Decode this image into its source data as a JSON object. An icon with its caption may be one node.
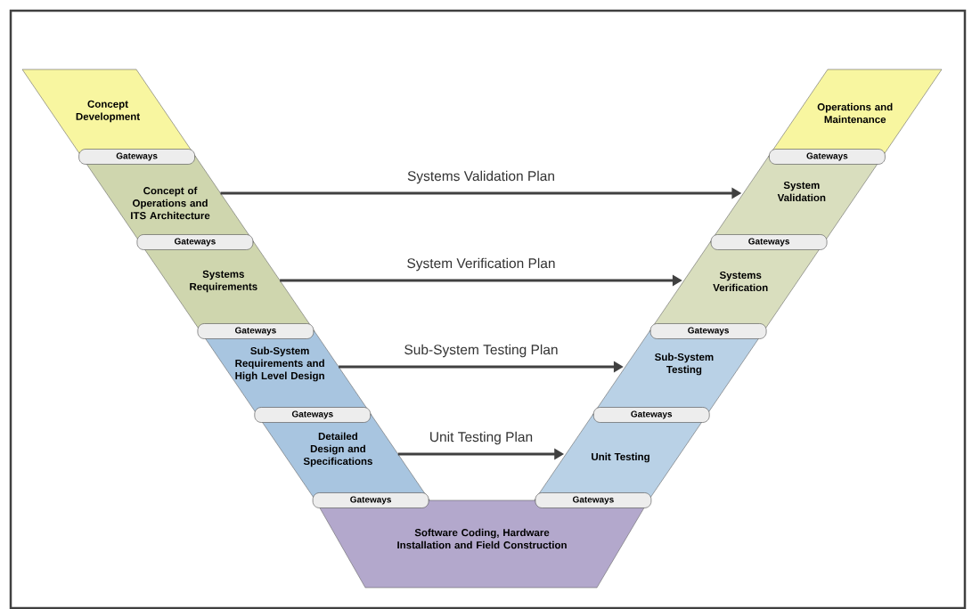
{
  "diagram": {
    "nodes": [
      {
        "text": [
          "Concept Development"
        ]
      },
      {
        "text": [
          "Operations and Maintenance"
        ]
      },
      {
        "text": [
          "Gateways"
        ]
      },
      {
        "text": [
          "Gateways"
        ]
      },
      {
        "text": [
          "Concept of Operations and ITS Architecture"
        ]
      },
      {
        "text": [
          "System Validation"
        ]
      },
      {
        "text": [
          "Gateways"
        ]
      },
      {
        "text": [
          "Gateways"
        ]
      },
      {
        "text": [
          "Systems Requirements"
        ]
      },
      {
        "text": [
          "Systems Verification"
        ]
      },
      {
        "text": [
          "Gateways"
        ]
      },
      {
        "text": [
          "Gateways"
        ]
      },
      {
        "text": [
          "Sub-System Requirements and High Level Design"
        ]
      },
      {
        "text": [
          "Sub-System Testing"
        ]
      },
      {
        "text": [
          "Gateways"
        ]
      },
      {
        "text": [
          "Gateways"
        ]
      },
      {
        "text": [
          "Detailed Design and Specifications"
        ]
      },
      {
        "text": [
          "Unit Testing"
        ]
      },
      {
        "text": [
          "Gateways"
        ]
      },
      {
        "text": [
          "Gateways"
        ]
      },
      {
        "text": [
          "Software Coding, Hardware Installation and Field Construction"
        ]
      }
    ],
    "edges": [
      {
        "from": 4,
        "to": 5,
        "arrow": "to",
        "label": "Systems Validation Plan"
      },
      {
        "from": 8,
        "to": 9,
        "arrow": "to",
        "label": "System Verification Plan"
      },
      {
        "from": 12,
        "to": 13,
        "arrow": "to",
        "label": "Sub-System Testing Plan"
      },
      {
        "from": 16,
        "to": 17,
        "arrow": "to",
        "label": "Unit Testing Plan"
      }
    ]
  }
}
